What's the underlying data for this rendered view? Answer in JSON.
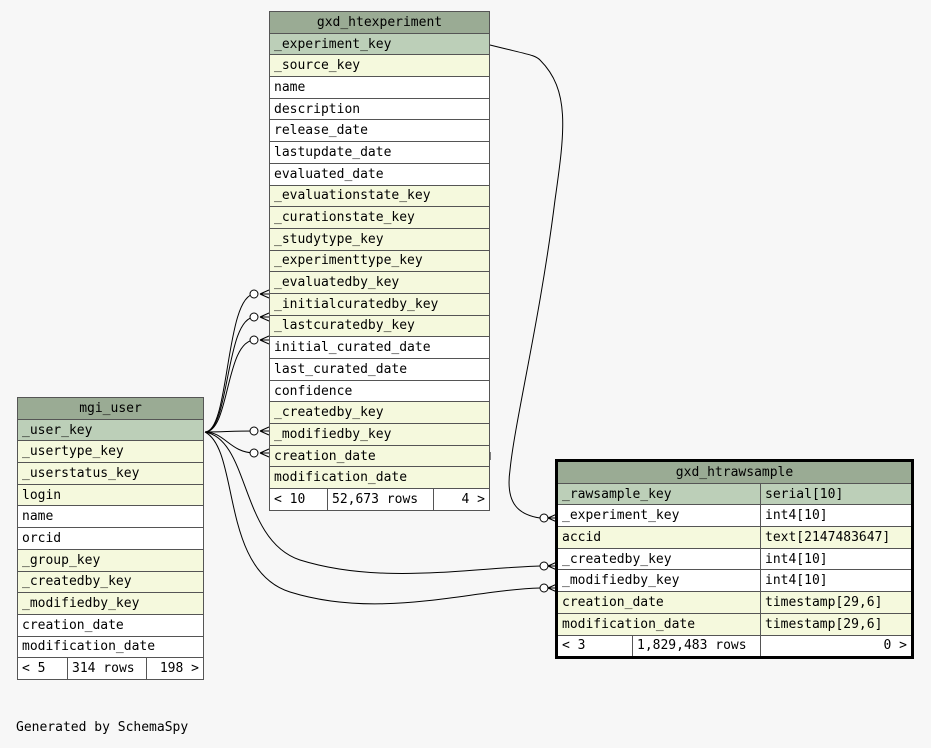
{
  "footer": "Generated by SchemaSpy",
  "tables": {
    "htexperiment": {
      "name": "gxd_htexperiment",
      "columns": [
        {
          "name": "_experiment_key",
          "kind": "pk"
        },
        {
          "name": "_source_key",
          "kind": "fk"
        },
        {
          "name": "name",
          "kind": "plain"
        },
        {
          "name": "description",
          "kind": "plain"
        },
        {
          "name": "release_date",
          "kind": "plain"
        },
        {
          "name": "lastupdate_date",
          "kind": "plain"
        },
        {
          "name": "evaluated_date",
          "kind": "plain"
        },
        {
          "name": "_evaluationstate_key",
          "kind": "fk"
        },
        {
          "name": "_curationstate_key",
          "kind": "fk"
        },
        {
          "name": "_studytype_key",
          "kind": "fk"
        },
        {
          "name": "_experimenttype_key",
          "kind": "fk"
        },
        {
          "name": "_evaluatedby_key",
          "kind": "fk"
        },
        {
          "name": "_initialcuratedby_key",
          "kind": "fk"
        },
        {
          "name": "_lastcuratedby_key",
          "kind": "fk"
        },
        {
          "name": "initial_curated_date",
          "kind": "plain"
        },
        {
          "name": "last_curated_date",
          "kind": "plain"
        },
        {
          "name": "confidence",
          "kind": "plain"
        },
        {
          "name": "_createdby_key",
          "kind": "fk"
        },
        {
          "name": "_modifiedby_key",
          "kind": "fk"
        },
        {
          "name": "creation_date",
          "kind": "fk"
        },
        {
          "name": "modification_date",
          "kind": "fk"
        }
      ],
      "footer": {
        "parents": "< 10",
        "rows": "52,673 rows",
        "children": "4 >"
      }
    },
    "mgi_user": {
      "name": "mgi_user",
      "columns": [
        {
          "name": "_user_key",
          "kind": "pk"
        },
        {
          "name": "_usertype_key",
          "kind": "fk"
        },
        {
          "name": "_userstatus_key",
          "kind": "fk"
        },
        {
          "name": "login",
          "kind": "fk"
        },
        {
          "name": "name",
          "kind": "plain"
        },
        {
          "name": "orcid",
          "kind": "plain"
        },
        {
          "name": "_group_key",
          "kind": "fk"
        },
        {
          "name": "_createdby_key",
          "kind": "fk"
        },
        {
          "name": "_modifiedby_key",
          "kind": "fk"
        },
        {
          "name": "creation_date",
          "kind": "plain"
        },
        {
          "name": "modification_date",
          "kind": "plain"
        }
      ],
      "footer": {
        "parents": "< 5",
        "rows": "314 rows",
        "children": "198 >"
      }
    },
    "htrawsample": {
      "name": "gxd_htrawsample",
      "columns": [
        {
          "name": "_rawsample_key",
          "type": "serial[10]",
          "kind": "pk"
        },
        {
          "name": "_experiment_key",
          "type": "int4[10]",
          "kind": "plain"
        },
        {
          "name": "accid",
          "type": "text[2147483647]",
          "kind": "fk"
        },
        {
          "name": "_createdby_key",
          "type": "int4[10]",
          "kind": "plain"
        },
        {
          "name": "_modifiedby_key",
          "type": "int4[10]",
          "kind": "plain"
        },
        {
          "name": "creation_date",
          "type": "timestamp[29,6]",
          "kind": "fk"
        },
        {
          "name": "modification_date",
          "type": "timestamp[29,6]",
          "kind": "fk"
        }
      ],
      "footer": {
        "parents": "< 3",
        "rows": "1,829,483 rows",
        "children": "0 >"
      }
    }
  }
}
